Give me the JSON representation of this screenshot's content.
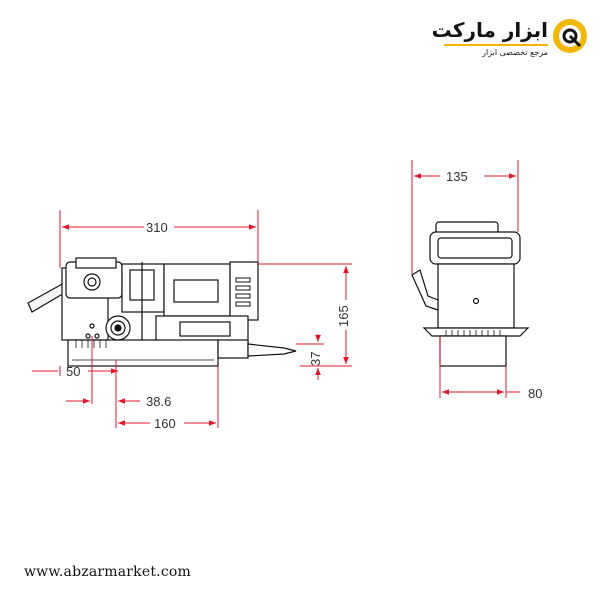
{
  "brand": {
    "name": "ابزار مارکت",
    "tagline": "مرجع تخصصی ابزار",
    "logo_color": "#f2b705",
    "logo_icon": "drill-bit-ring-icon"
  },
  "dimensions": {
    "overall_length": "310",
    "height": "165",
    "left_offset": "50",
    "pin_offset": "38.6",
    "base_length": "160",
    "base_height": "37",
    "width_top": "135",
    "width_base": "80"
  },
  "colors": {
    "dimension_line": "#e0182d",
    "outline": "#111111",
    "accent": "#f2b705"
  },
  "footer": {
    "website": "www.abzarmarket.com"
  }
}
